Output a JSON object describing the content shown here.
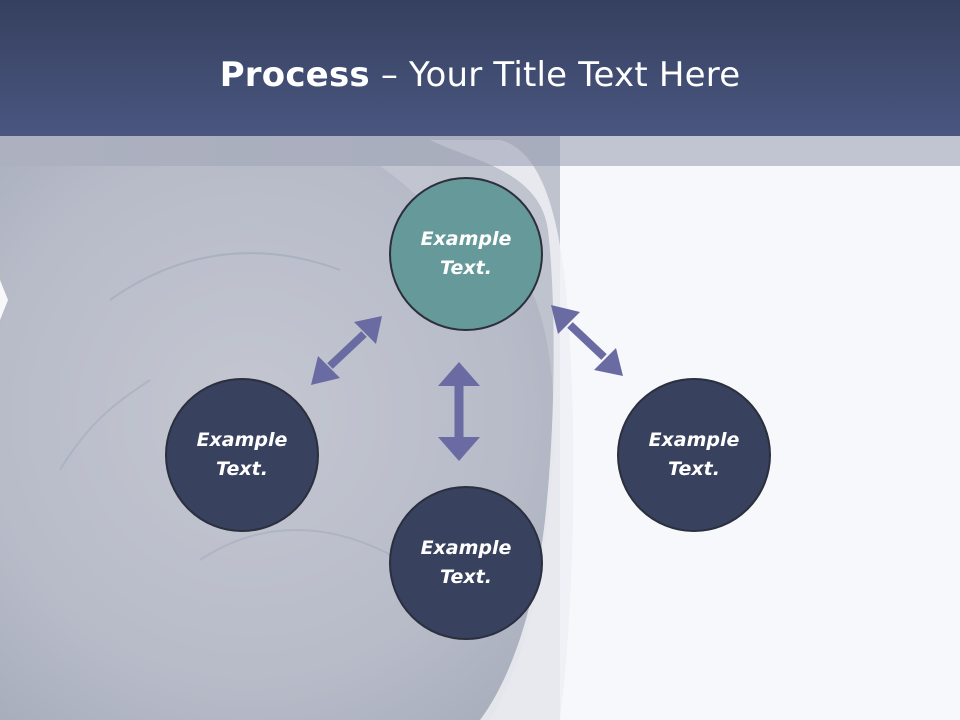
{
  "title": {
    "bold_part": "Process",
    "rest_part": " – Your Title Text Here"
  },
  "colors": {
    "header": "#3f4a70",
    "center_node": "#66999a",
    "outer_node": "#38415e",
    "arrow": "#6a6ba3"
  },
  "nodes": {
    "top": {
      "line1": "Example",
      "line2": "Text."
    },
    "left": {
      "line1": "Example",
      "line2": "Text."
    },
    "bottom": {
      "line1": "Example",
      "line2": "Text."
    },
    "right": {
      "line1": "Example",
      "line2": "Text."
    }
  }
}
